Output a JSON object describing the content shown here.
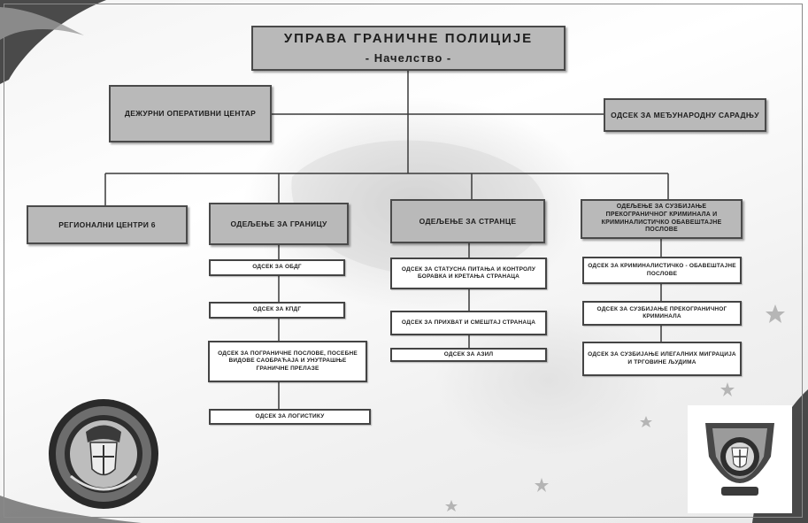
{
  "org_chart": {
    "top": {
      "title": "УПРАВА   ГРАНИЧНЕ   ПОЛИЦИЈЕ",
      "subtitle": "- Начелство -"
    },
    "side_left": "ДЕЖУРНИ ОПЕРАТИВНИ ЦЕНТАР",
    "side_right": "ОДСЕК ЗА МЕЂУНАРОДНУ САРАДЊУ",
    "columns": [
      {
        "head": "РЕГИОНАЛНИ ЦЕНТРИ 6",
        "children": []
      },
      {
        "head": "ОДЕЉЕЊЕ ЗА ГРАНИЦУ",
        "children": [
          "ОДСЕК ЗА ОБДГ",
          "ОДСЕК ЗА КПДГ",
          "ОДСЕК ЗА ПОГРАНИЧНЕ ПОСЛОВЕ, ПОСЕБНЕ ВИДОВЕ САОБРАЋАЈА И УНУТРАШЊЕ ГРАНИЧНЕ ПРЕЛАЗЕ",
          "ОДСЕК ЗА ЛОГИСТИКУ"
        ]
      },
      {
        "head": "ОДЕЉЕЊЕ ЗА СТРАНЦЕ",
        "children": [
          "ОДСЕК ЗА СТАТУСНА ПИТАЊА И КОНТРОЛУ БОРАВКА И КРЕТАЊА СТРАНАЦА",
          "ОДСЕК ЗА ПРИХВАТ И СМЕШТАЈ СТРАНАЦА",
          "ОДСЕК ЗА АЗИЛ"
        ]
      },
      {
        "head": "ОДЕЉЕЊЕ ЗА СУЗБИЈАЊЕ ПРЕКОГРАНИЧНОГ КРИМИНАЛА И КРИМИНАЛИСТИЧКО ОБАВЕШТАЈНЕ ПОСЛОВЕ",
        "children": [
          "ОДСЕК ЗА КРИМИНАЛИСТИЧКО - ОБАВЕШТАЈНЕ ПОСЛОВЕ",
          "ОДСЕК ЗА СУЗБИЈАЊЕ ПРЕКОГРАНИЧНОГ КРИМИНАЛА",
          "ОДСЕК ЗА СУЗБИЈАЊЕ ИЛЕГАЛНИХ МИГРАЦИЈА И ТРГОВИНЕ ЉУДИМА"
        ]
      }
    ]
  },
  "emblems": {
    "left": "police-emblem-left",
    "right": "border-police-badge-right"
  },
  "colors": {
    "shaded_box": "#b9b9b9",
    "border": "#3b3b3b",
    "line": "#3a3a3a"
  }
}
